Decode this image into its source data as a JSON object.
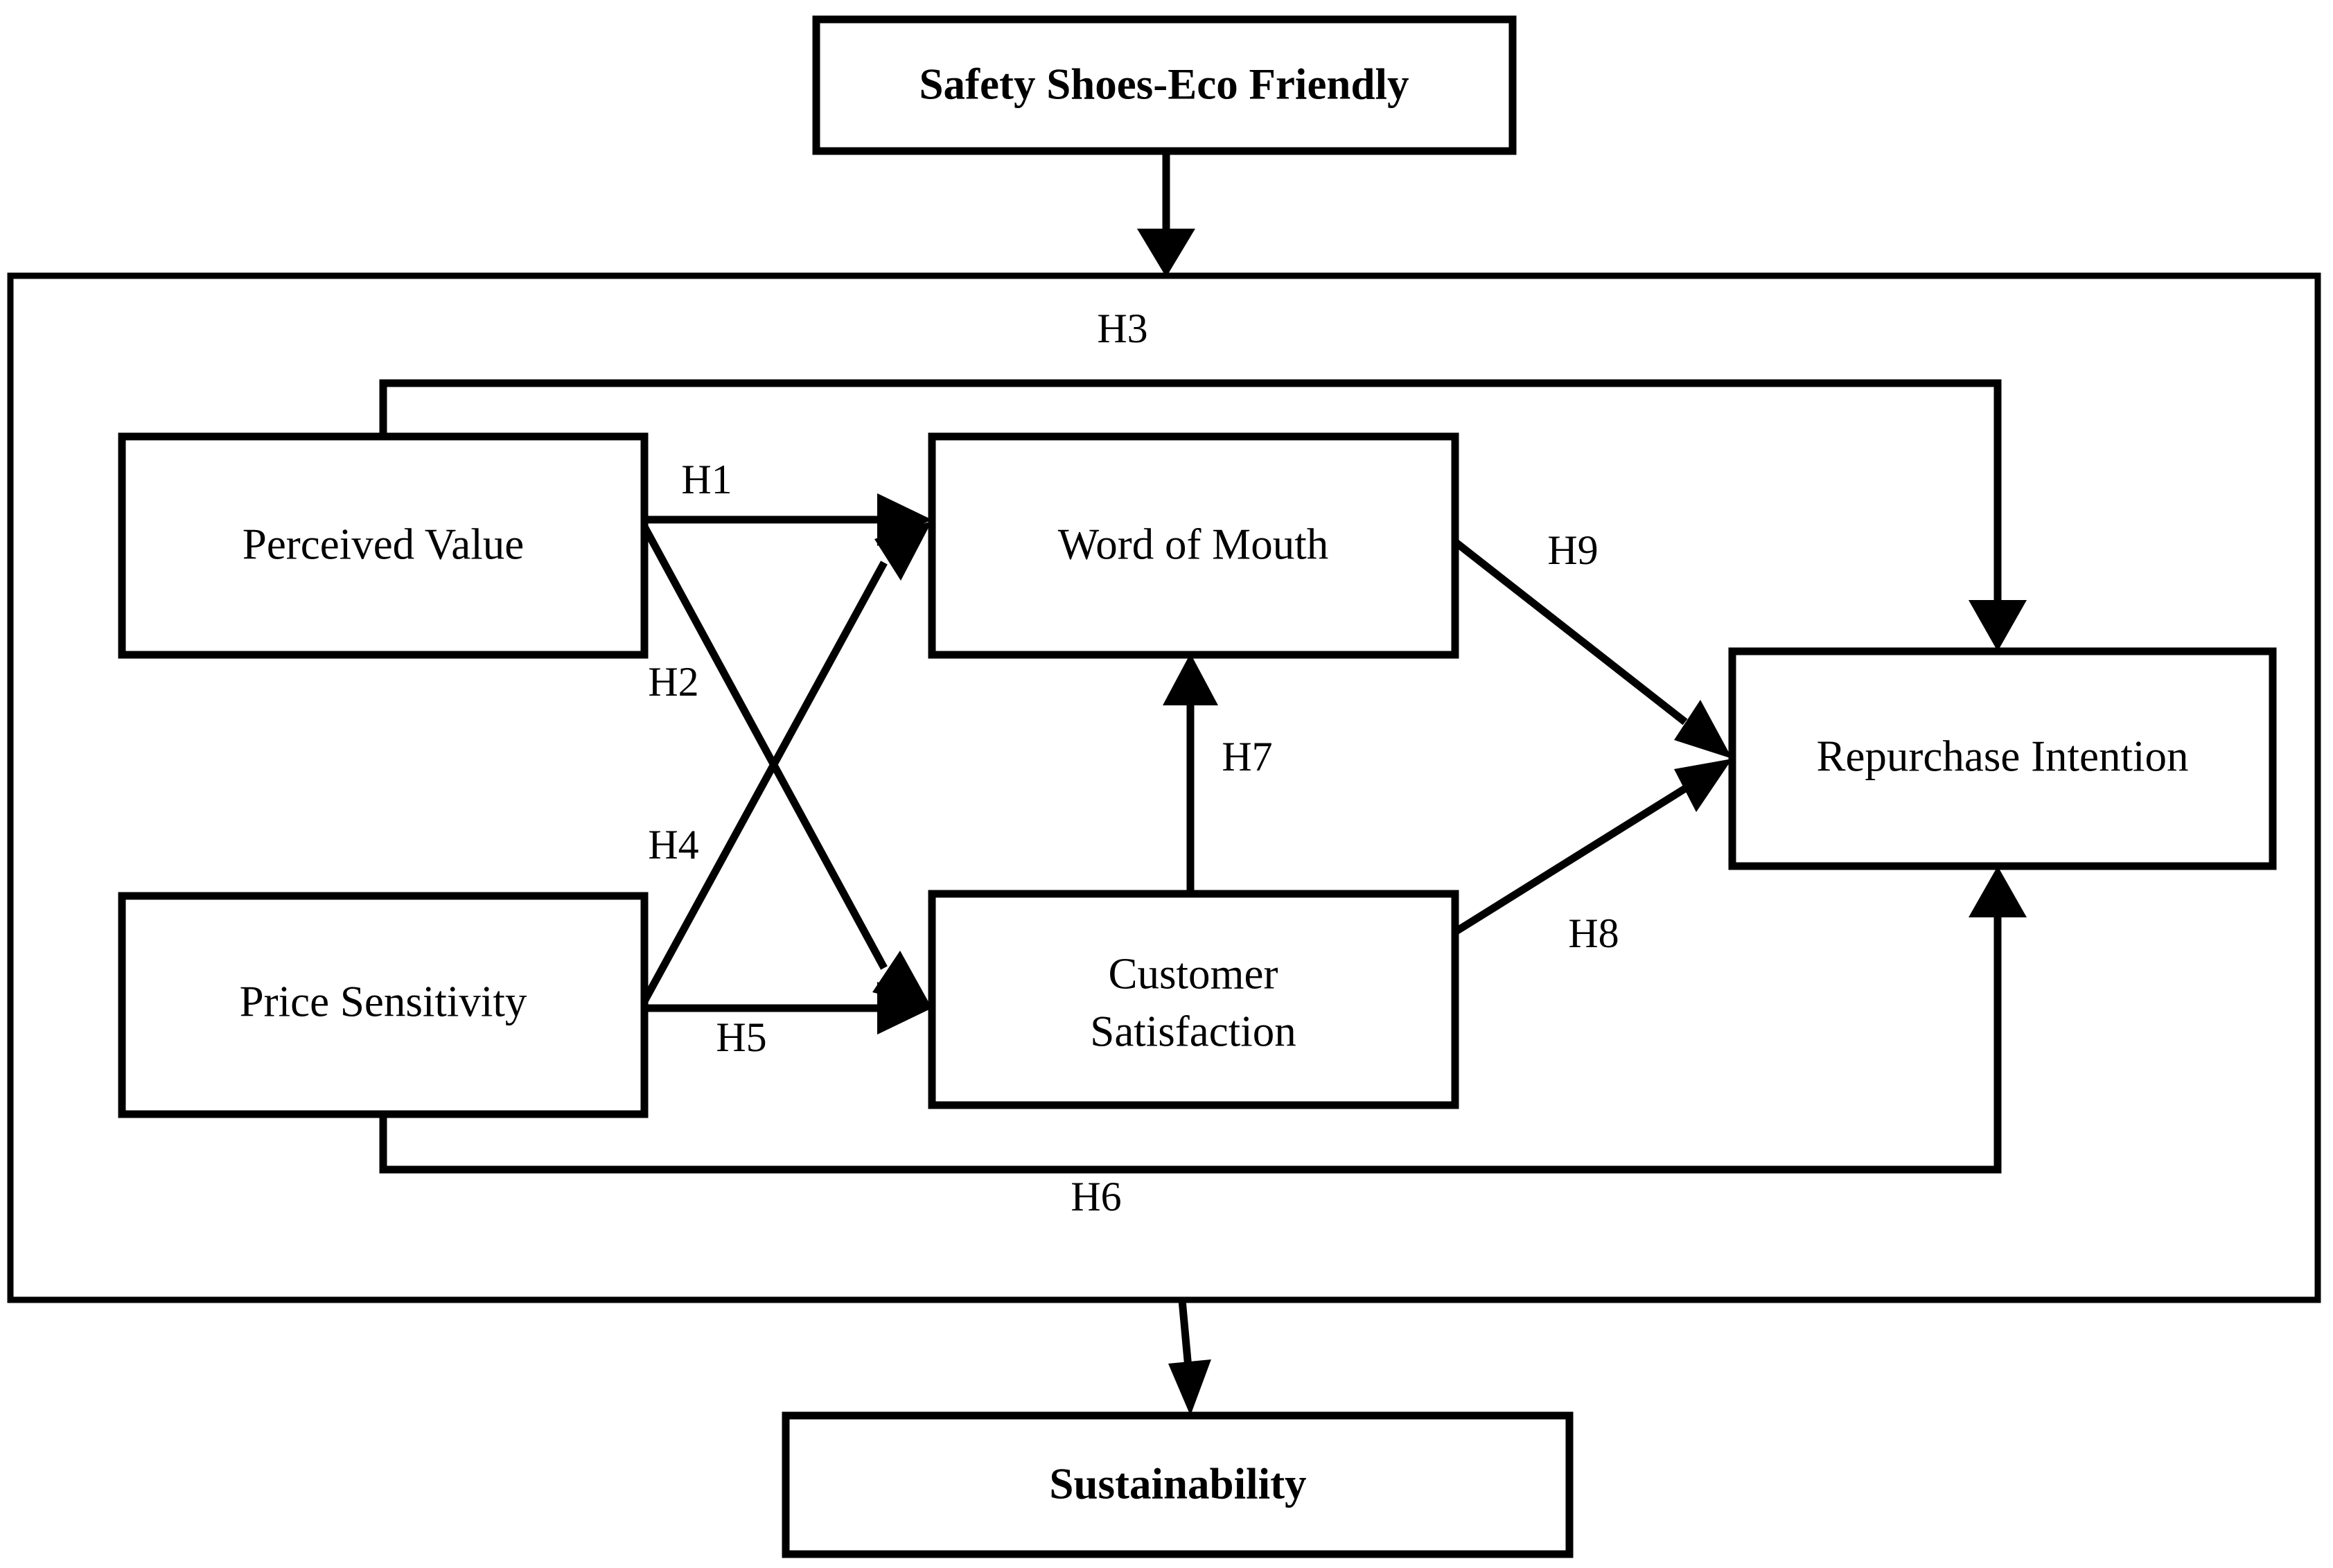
{
  "diagram": {
    "type": "conceptual-framework",
    "context_box": {
      "label": "Safety Shoes-Eco Friendly"
    },
    "outcome_box": {
      "label": "Sustainability"
    },
    "constructs": [
      {
        "id": "perceived-value",
        "label": "Perceived Value"
      },
      {
        "id": "price-sensitivity",
        "label": "Price Sensitivity"
      },
      {
        "id": "word-of-mouth",
        "label": "Word of Mouth"
      },
      {
        "id": "customer-satisfaction",
        "label": "Customer",
        "label_line2": "Satisfaction"
      },
      {
        "id": "repurchase-intention",
        "label": "Repurchase Intention"
      }
    ],
    "hypotheses": [
      {
        "id": "H1",
        "label": "H1",
        "from": "Perceived Value",
        "to": "Word of Mouth"
      },
      {
        "id": "H2",
        "label": "H2",
        "from": "Perceived Value",
        "to": "Customer Satisfaction"
      },
      {
        "id": "H3",
        "label": "H3",
        "from": "Perceived Value",
        "to": "Repurchase Intention"
      },
      {
        "id": "H4",
        "label": "H4",
        "from": "Price Sensitivity",
        "to": "Word of Mouth"
      },
      {
        "id": "H5",
        "label": "H5",
        "from": "Price Sensitivity",
        "to": "Customer Satisfaction"
      },
      {
        "id": "H6",
        "label": "H6",
        "from": "Price Sensitivity",
        "to": "Repurchase Intention"
      },
      {
        "id": "H7",
        "label": "H7",
        "from": "Customer Satisfaction",
        "to": "Word of Mouth"
      },
      {
        "id": "H8",
        "label": "H8",
        "from": "Customer Satisfaction",
        "to": "Repurchase Intention"
      },
      {
        "id": "H9",
        "label": "H9",
        "from": "Word of Mouth",
        "to": "Repurchase Intention"
      }
    ],
    "colors": {
      "stroke": "#000000",
      "fill": "#ffffff",
      "text": "#000000"
    }
  }
}
